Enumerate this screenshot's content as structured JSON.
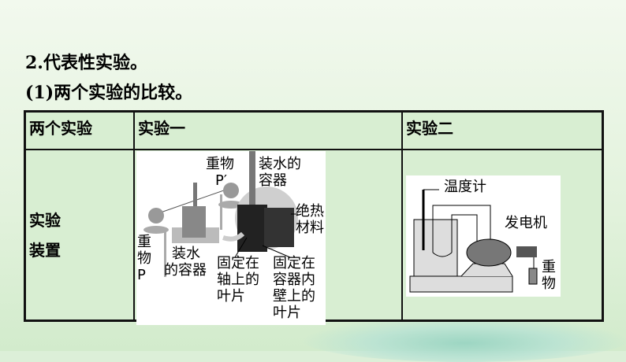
{
  "heading": "2.代表性实验。",
  "subheading": "(1)两个实验的比较。",
  "table": {
    "headers": [
      "两个实验",
      "实验一",
      "实验二"
    ],
    "row_label": [
      "实验",
      "装置"
    ],
    "exp1_labels": {
      "weight_p2": "重物",
      "p2": "P′",
      "container_top": "装水的",
      "container_top2": "容器",
      "insulation": "绝热",
      "insulation2": "材料",
      "weight_p": "重",
      "weight_p_b": "物",
      "p": "P",
      "container": "装水",
      "container2": "的容器",
      "axis_blades": [
        "固定在",
        "轴上的",
        "叶片"
      ],
      "wall_blades": [
        "固定在",
        "容器内",
        "壁上的",
        "叶片"
      ]
    },
    "exp2_labels": {
      "thermometer": "温度计",
      "generator": "发电机",
      "weight": "重",
      "weight2": "物"
    }
  }
}
